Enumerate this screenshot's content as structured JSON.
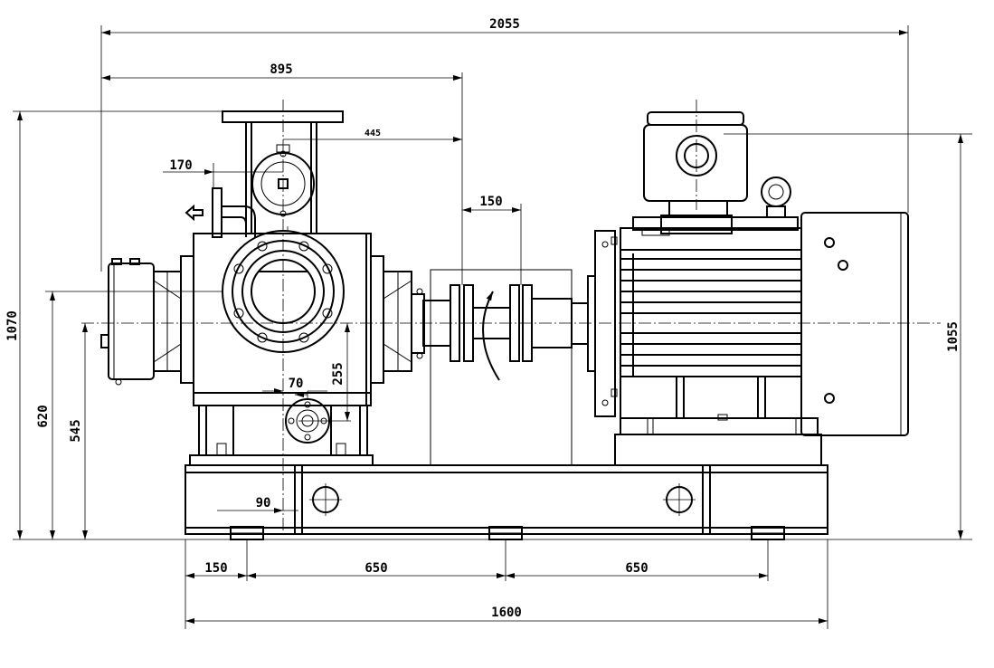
{
  "dimensions": {
    "overall_length": "2055",
    "pump_to_coupling": "895",
    "outlet_to_coupling": "445",
    "outlet_offset": "170",
    "coupling_gap": "150",
    "total_height": "1070",
    "motor_height": "1055",
    "shaft_height": "620",
    "inlet_height": "545",
    "inlet_offset": "70",
    "inlet_rise": "255",
    "foot_offset": "90",
    "base_end_hole": "150",
    "base_hole_pitch_1": "650",
    "base_hole_pitch_2": "650",
    "base_length": "1600"
  },
  "colors": {
    "line": "#000000",
    "background": "#ffffff"
  }
}
